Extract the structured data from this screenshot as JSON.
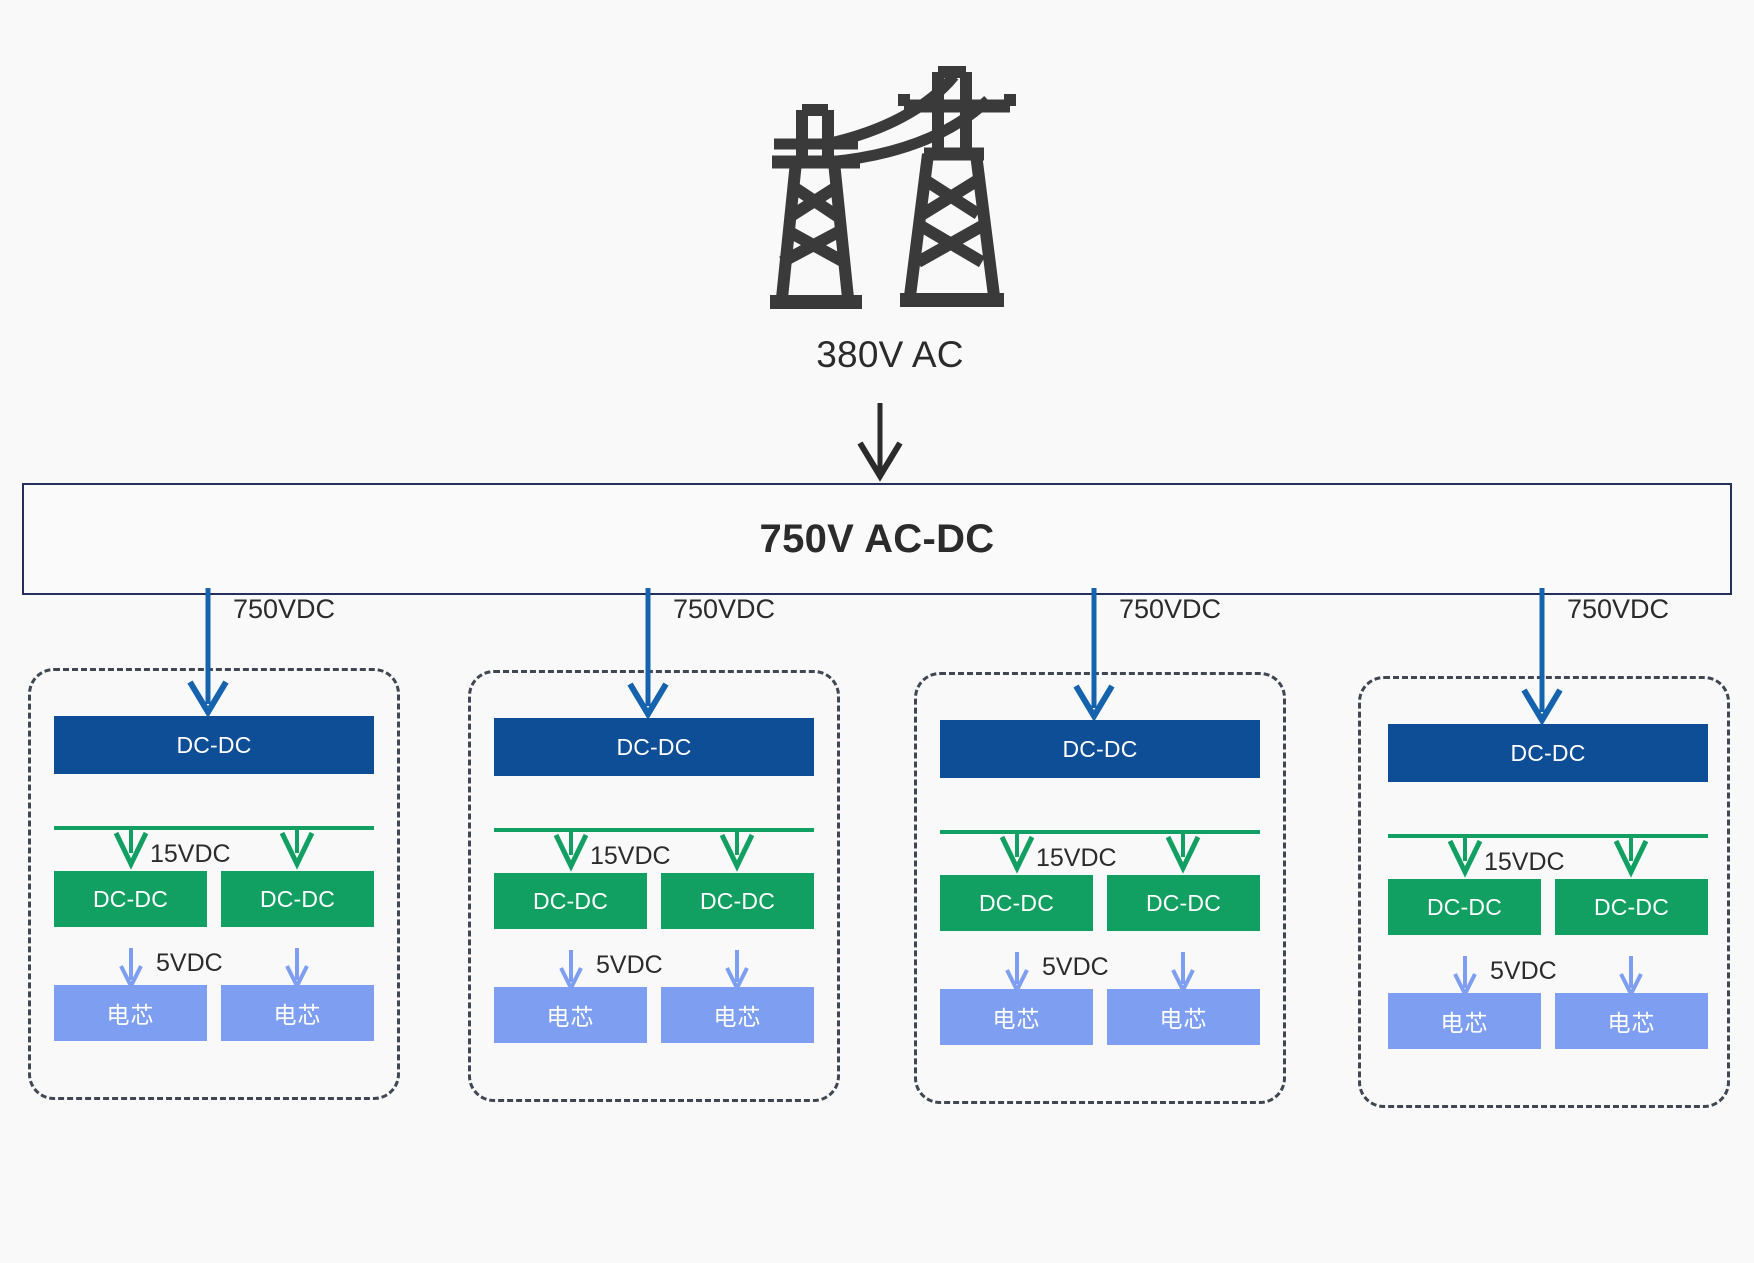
{
  "diagram": {
    "title_source_label": "380V AC",
    "source_icon": "transmission-tower-icon",
    "converter_bar": {
      "label": "750V AC-DC",
      "border_color": "#24305e",
      "fill_color": "#fafafa"
    },
    "feed_label": "750VDC",
    "level_labels": {
      "stage2": "15VDC",
      "stage3": "5VDC"
    },
    "block_labels": {
      "dcdc": "DC-DC",
      "cell": "电芯"
    },
    "colors": {
      "background": "#f9f9f9",
      "primary_blue": "#0e4e96",
      "arrow_blue": "#1663ad",
      "green": "#11a061",
      "light_blue": "#7e9ef2",
      "dash_border": "#3f4753",
      "icon_dark": "#3a3a3a",
      "text": "#2b2b2b"
    },
    "groups": [
      {
        "id": "rack-1",
        "feed_label": "750VDC",
        "primary_converter": "DC-DC",
        "stage2_label": "15VDC",
        "converters": [
          "DC-DC",
          "DC-DC"
        ],
        "stage3_label": "5VDC",
        "cells": [
          "电芯",
          "电芯"
        ]
      },
      {
        "id": "rack-2",
        "feed_label": "750VDC",
        "primary_converter": "DC-DC",
        "stage2_label": "15VDC",
        "converters": [
          "DC-DC",
          "DC-DC"
        ],
        "stage3_label": "5VDC",
        "cells": [
          "电芯",
          "电芯"
        ]
      },
      {
        "id": "rack-3",
        "feed_label": "750VDC",
        "primary_converter": "DC-DC",
        "stage2_label": "15VDC",
        "converters": [
          "DC-DC",
          "DC-DC"
        ],
        "stage3_label": "5VDC",
        "cells": [
          "电芯",
          "电芯"
        ]
      },
      {
        "id": "rack-4",
        "feed_label": "750VDC",
        "primary_converter": "DC-DC",
        "stage2_label": "15VDC",
        "converters": [
          "DC-DC",
          "DC-DC"
        ],
        "stage3_label": "5VDC",
        "cells": [
          "电芯",
          "电芯"
        ]
      }
    ]
  }
}
